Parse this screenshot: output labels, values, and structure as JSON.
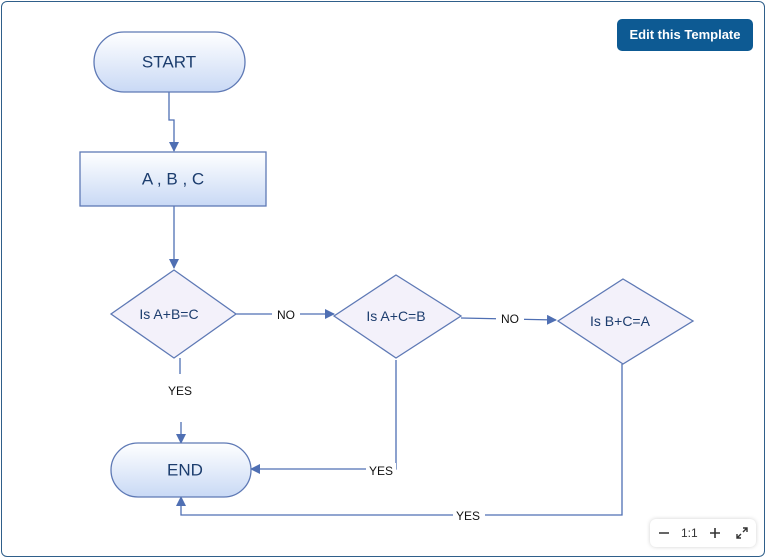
{
  "toolbar": {
    "edit_label": "Edit this Template"
  },
  "zoom": {
    "level_label": "1:1"
  },
  "icons": {
    "zoom_out": "minus-icon",
    "zoom_in": "plus-icon",
    "fit": "expand-icon"
  },
  "colors": {
    "node_fill_top": "#ffffff",
    "node_fill_bottom": "#c9d9f5",
    "node_stroke": "#5e79b5",
    "decision_fill": "#f3f1fa",
    "edge": "#4f6fb3",
    "button": "#0d5a93"
  },
  "nodes": {
    "start": "START",
    "input": "A , B , C",
    "decision1": "Is  A+B=C",
    "decision2": "Is A+C=B",
    "decision3": "Is B+C=A",
    "end": "END"
  },
  "edges": {
    "d1_no": "NO",
    "d2_no": "NO",
    "d1_yes": "YES",
    "d2_yes": "YES",
    "d3_yes": "YES"
  }
}
